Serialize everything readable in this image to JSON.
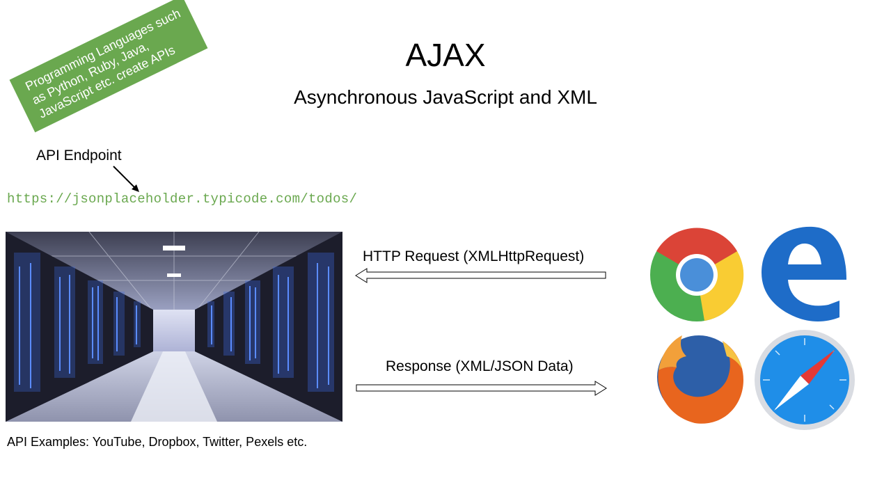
{
  "title": "AJAX",
  "subtitle": "Asynchronous JavaScript and XML",
  "note": "Programming Languages such as Python, Ruby, Java, JavaScript etc. create APIs",
  "endpoint": {
    "label": "API Endpoint",
    "url": "https://jsonplaceholder.typicode.com/todos/"
  },
  "server": {
    "examples": "API Examples: YouTube, Dropbox, Twitter, Pexels etc."
  },
  "request_label": "HTTP Request (XMLHttpRequest)",
  "response_label": "Response (XML/JSON Data)",
  "browsers": [
    "chrome-icon",
    "edge-icon",
    "firefox-icon",
    "safari-icon"
  ],
  "colors": {
    "note_bg": "#6aa84f",
    "url": "#6aa84f"
  }
}
